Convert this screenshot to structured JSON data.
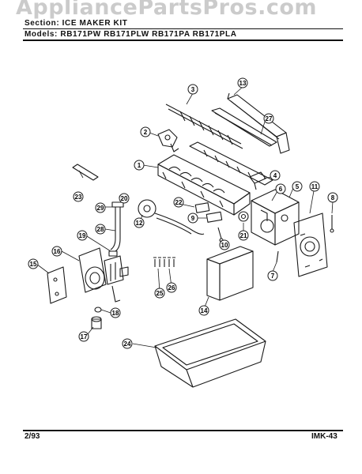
{
  "watermark": "AppliancePartsPros.com",
  "header": {
    "section_label": "Section: ICE MAKER KIT",
    "models_label": "Models:",
    "models": "RB171PW  RB171PLW  RB171PA  RB171PLA"
  },
  "footer": {
    "date": "2/93",
    "code": "IMK-43"
  },
  "callouts": [
    {
      "num": "1"
    },
    {
      "num": "2"
    },
    {
      "num": "3"
    },
    {
      "num": "4"
    },
    {
      "num": "5"
    },
    {
      "num": "6"
    },
    {
      "num": "7"
    },
    {
      "num": "8"
    },
    {
      "num": "9"
    },
    {
      "num": "10"
    },
    {
      "num": "11"
    },
    {
      "num": "12"
    },
    {
      "num": "13"
    },
    {
      "num": "14"
    },
    {
      "num": "15"
    },
    {
      "num": "16"
    },
    {
      "num": "17"
    },
    {
      "num": "18"
    },
    {
      "num": "19"
    },
    {
      "num": "20"
    },
    {
      "num": "21"
    },
    {
      "num": "22"
    },
    {
      "num": "23"
    },
    {
      "num": "24"
    },
    {
      "num": "25"
    },
    {
      "num": "26"
    },
    {
      "num": "27"
    },
    {
      "num": "28"
    },
    {
      "num": "29"
    }
  ]
}
